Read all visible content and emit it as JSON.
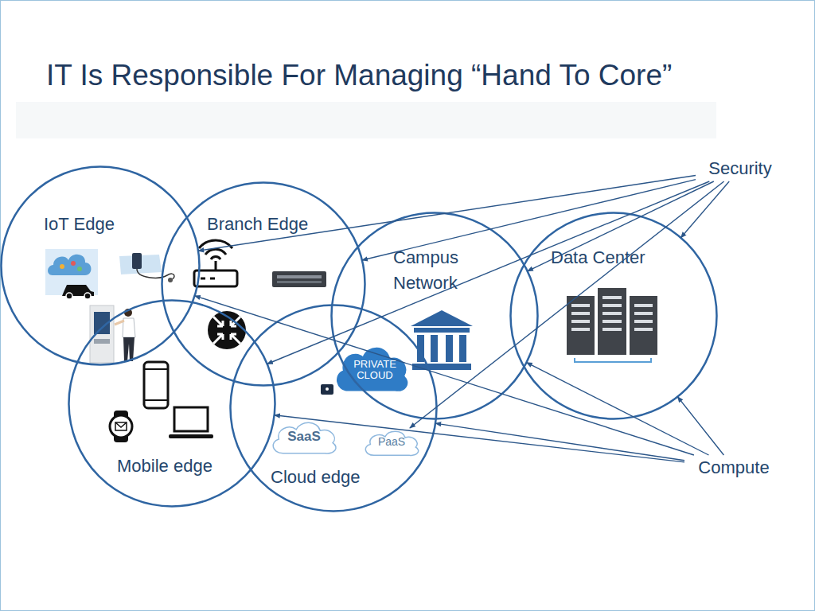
{
  "diagram": {
    "title": "IT Is Responsible For Managing “Hand To Core”",
    "nodes": [
      {
        "text": [
          "IoT Edge"
        ]
      },
      {
        "text": [
          "Branch Edge"
        ]
      },
      {
        "text": [
          "Mobile edge"
        ]
      },
      {
        "text": [
          "Cloud edge"
        ]
      },
      {
        "text": [
          "SaaS"
        ],
        "in": 3
      },
      {
        "text": [
          "PaaS"
        ],
        "in": 3
      },
      {
        "text": [
          "PRIVATE CLOUD"
        ],
        "in": 3
      },
      {
        "text": [
          "Campus Network"
        ]
      },
      {
        "text": [
          "Data Center"
        ]
      },
      {
        "text": [
          "Security"
        ]
      },
      {
        "text": [
          "Compute"
        ]
      }
    ],
    "edges": [
      {
        "from": 9,
        "to": 0,
        "arrow": "to"
      },
      {
        "from": 9,
        "to": 1,
        "arrow": "to"
      },
      {
        "from": 9,
        "to": 7,
        "arrow": "to"
      },
      {
        "from": 9,
        "to": 8,
        "arrow": "to"
      },
      {
        "from": 9,
        "to": 2,
        "arrow": "to"
      },
      {
        "from": 9,
        "to": 5,
        "arrow": "to"
      },
      {
        "from": 10,
        "to": 0,
        "arrow": "to"
      },
      {
        "from": 10,
        "to": 2,
        "arrow": "to"
      },
      {
        "from": 10,
        "to": 3,
        "arrow": "to"
      },
      {
        "from": 10,
        "to": 7,
        "arrow": "to"
      },
      {
        "from": 10,
        "to": 8,
        "arrow": "to"
      }
    ]
  }
}
